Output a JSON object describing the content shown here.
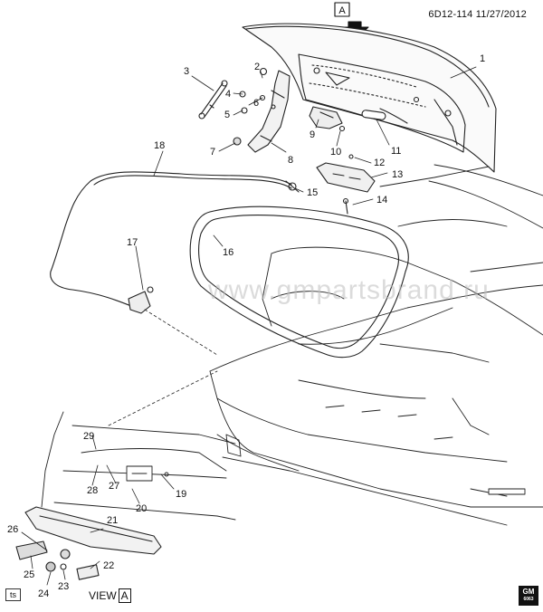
{
  "header": {
    "diagram_id": "6D12-114",
    "date": "11/27/2012"
  },
  "view_marker": "A",
  "view_label": "VIEW",
  "view_letter": "A",
  "watermark": "www.gmpartsbrand.ru",
  "ts_label": "ts",
  "gm_logo": {
    "line1": "GM",
    "line2": "6063"
  },
  "callouts": [
    "1",
    "2",
    "3",
    "4",
    "5",
    "6",
    "7",
    "8",
    "9",
    "10",
    "11",
    "12",
    "13",
    "14",
    "15",
    "16",
    "17",
    "18",
    "19",
    "20",
    "21",
    "22",
    "23",
    "24",
    "25",
    "26",
    "27",
    "28",
    "29"
  ]
}
